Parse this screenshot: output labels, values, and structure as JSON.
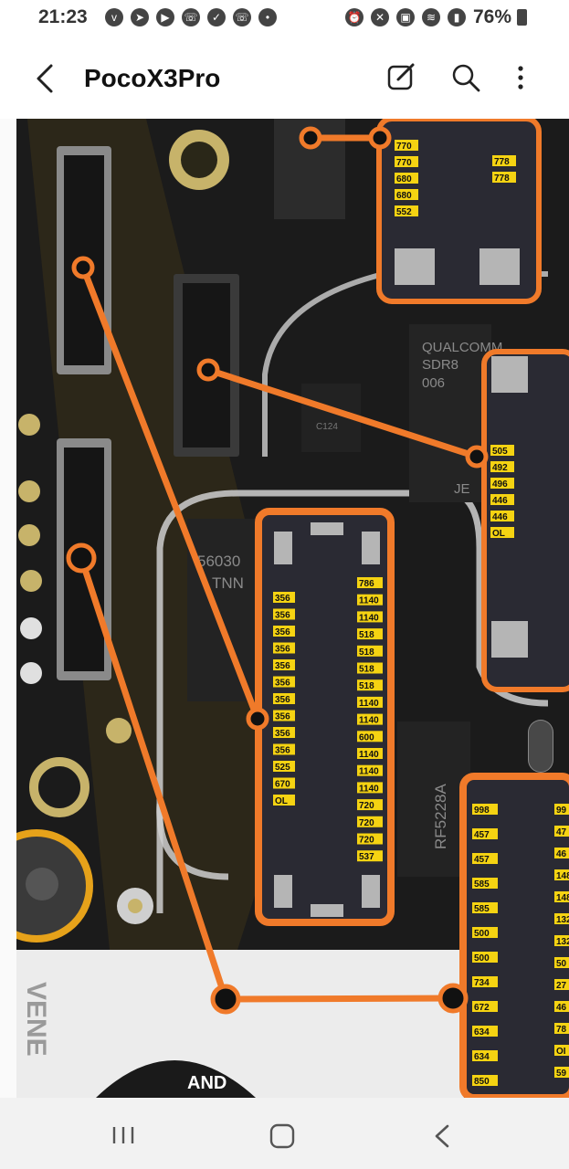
{
  "status_bar": {
    "time": "21:23",
    "battery": "76%"
  },
  "app_bar": {
    "title": "PocoX3Pro"
  },
  "board": {
    "chip_labels": {
      "qualcomm_line1": "QUALCOMM",
      "qualcomm_line2": "SDR8",
      "qualcomm_line3": "006",
      "chip_je": "JE",
      "chip_56030": "56030",
      "chip_tnn": "TNN",
      "chip_rf": "RF5228A",
      "chip_c124": "C124",
      "vene": "VENE",
      "logo_text": "AND"
    },
    "top_right_values": [
      "770",
      "770",
      "680",
      "680",
      "552"
    ],
    "top_right_values_b": [
      "778",
      "778"
    ],
    "mid_right_values": [
      "505",
      "492",
      "496",
      "446",
      "446",
      "OL"
    ],
    "center_left_values": [
      "356",
      "356",
      "356",
      "356",
      "356",
      "356",
      "356",
      "356",
      "356",
      "356",
      "525",
      "670",
      "OL"
    ],
    "center_right_values": [
      "786",
      "1140",
      "1140",
      "518",
      "518",
      "518",
      "518",
      "1140",
      "1140",
      "600",
      "1140",
      "1140",
      "1140",
      "720",
      "720",
      "720",
      "537"
    ],
    "bottom_right_values": [
      "998",
      "457",
      "457",
      "585",
      "585",
      "500",
      "500",
      "734",
      "672",
      "634",
      "634",
      "850"
    ],
    "bottom_right_partial": [
      "99",
      "47",
      "46",
      "148",
      "148",
      "132",
      "132",
      "50",
      "27",
      "46",
      "78",
      "OI",
      "59"
    ]
  },
  "colors": {
    "accent_orange": "#f07a2a",
    "board_bg": "#1b1b1b",
    "label_yellow": "#f5d312",
    "label_blue": "#3d8be8"
  }
}
